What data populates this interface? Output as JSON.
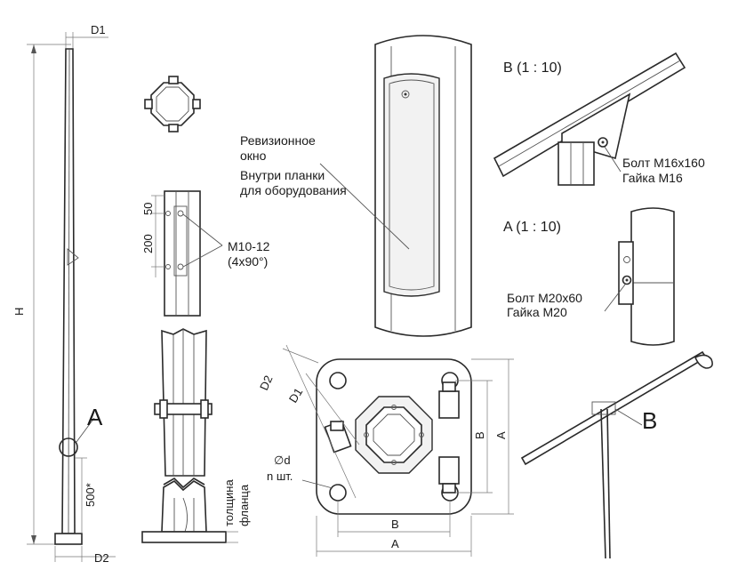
{
  "pole_view": {
    "dim_top": "D1",
    "dim_height": "H",
    "dim_bottom": "D2",
    "dim_500": "500*",
    "callout_a": "A"
  },
  "hatch_view": {
    "dim_50": "50",
    "dim_200": "200",
    "bolts_label_line1": "M10-12",
    "bolts_label_line2": "(4x90°)"
  },
  "base_view": {
    "flange_label_line1": "толщина",
    "flange_label_line2": "фланца"
  },
  "window_view": {
    "line1": "Ревизионное",
    "line2": "окно",
    "line3": "Внутри планки",
    "line4": "для оборудования"
  },
  "detail_b": {
    "title": "B (1 : 10)",
    "bolt": "Болт M16x160",
    "nut": "Гайка M16"
  },
  "detail_a": {
    "title": "A (1 : 10)",
    "bolt": "Болт M20x60",
    "nut": "Гайка M20"
  },
  "flange_view": {
    "dim_d2": "D2",
    "dim_d1": "D1",
    "hole_d": "∅d",
    "hole_n": "n шт.",
    "dim_b_v": "B",
    "dim_a_v": "A",
    "dim_b_h": "B",
    "dim_a_h": "A"
  },
  "iso_view": {
    "callout_b": "B"
  }
}
